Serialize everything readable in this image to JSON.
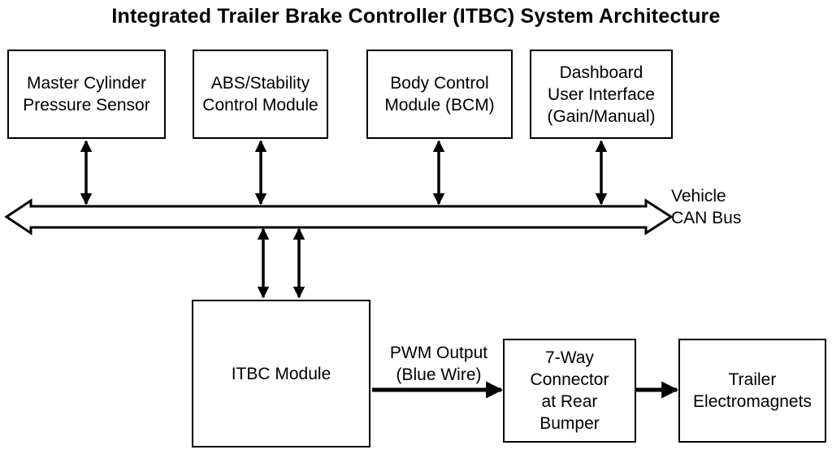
{
  "title": "Integrated Trailer Brake Controller (ITBC) System Architecture",
  "nodes": {
    "master_cylinder": "Master Cylinder\nPressure Sensor",
    "abs_module": "ABS/Stability\nControl Module",
    "bcm": "Body Control\nModule (BCM)",
    "dashboard": "Dashboard\nUser Interface\n(Gain/Manual)",
    "itbc": "ITBC Module",
    "connector": "7-Way\nConnector\nat Rear\nBumper",
    "electromagnets": "Trailer\nElectromagnets"
  },
  "bus_label": "Vehicle\nCAN Bus",
  "edges": {
    "pwm_label": "PWM Output\n(Blue Wire)"
  },
  "colors": {
    "stroke": "#000000",
    "background": "#ffffff"
  }
}
